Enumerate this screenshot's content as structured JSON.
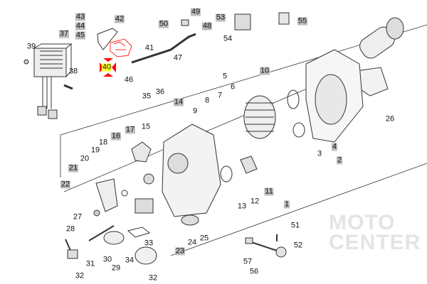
{
  "watermark": {
    "line1": "MOTO",
    "line2": "CENTER"
  },
  "highlight_color": "#ff0000",
  "callouts": [
    "43",
    "44",
    "45",
    "42",
    "37",
    "39",
    "38",
    "41",
    "40",
    "46",
    "47",
    "50",
    "49",
    "48",
    "53",
    "54",
    "55",
    "10",
    "5",
    "7",
    "6",
    "14",
    "9",
    "8",
    "35",
    "36",
    "17",
    "15",
    "16",
    "18",
    "19",
    "20",
    "21",
    "22",
    "27",
    "28",
    "33",
    "24",
    "25",
    "23",
    "34",
    "29",
    "30",
    "31",
    "32",
    "32",
    "3",
    "4",
    "2",
    "11",
    "12",
    "13",
    "1",
    "51",
    "52",
    "57",
    "56",
    "26"
  ],
  "highlighted_callout": "40"
}
